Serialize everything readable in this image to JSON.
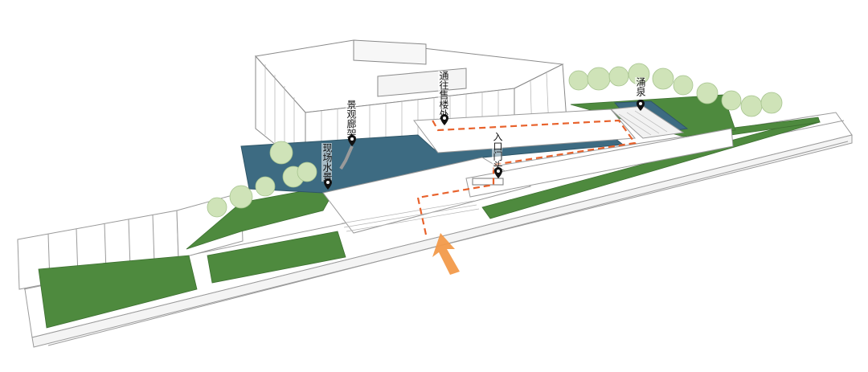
{
  "labels": {
    "water_feature": "现场水景",
    "landscape_pavilion": "景观廊架",
    "sales_office": "通往售楼处",
    "entrance_gate": "入口门头",
    "fountain": "涌泉"
  },
  "colors": {
    "lawn": "#4e8a3e",
    "water": "#3d6b82",
    "route": "#e8622c",
    "arrow": "#f29a4a",
    "tree": "#cfe3b8",
    "pin": "#111111",
    "line": "#8a8a8a"
  },
  "icons": {
    "pin": "map-pin-icon",
    "arrow": "entry-arrow-icon"
  }
}
